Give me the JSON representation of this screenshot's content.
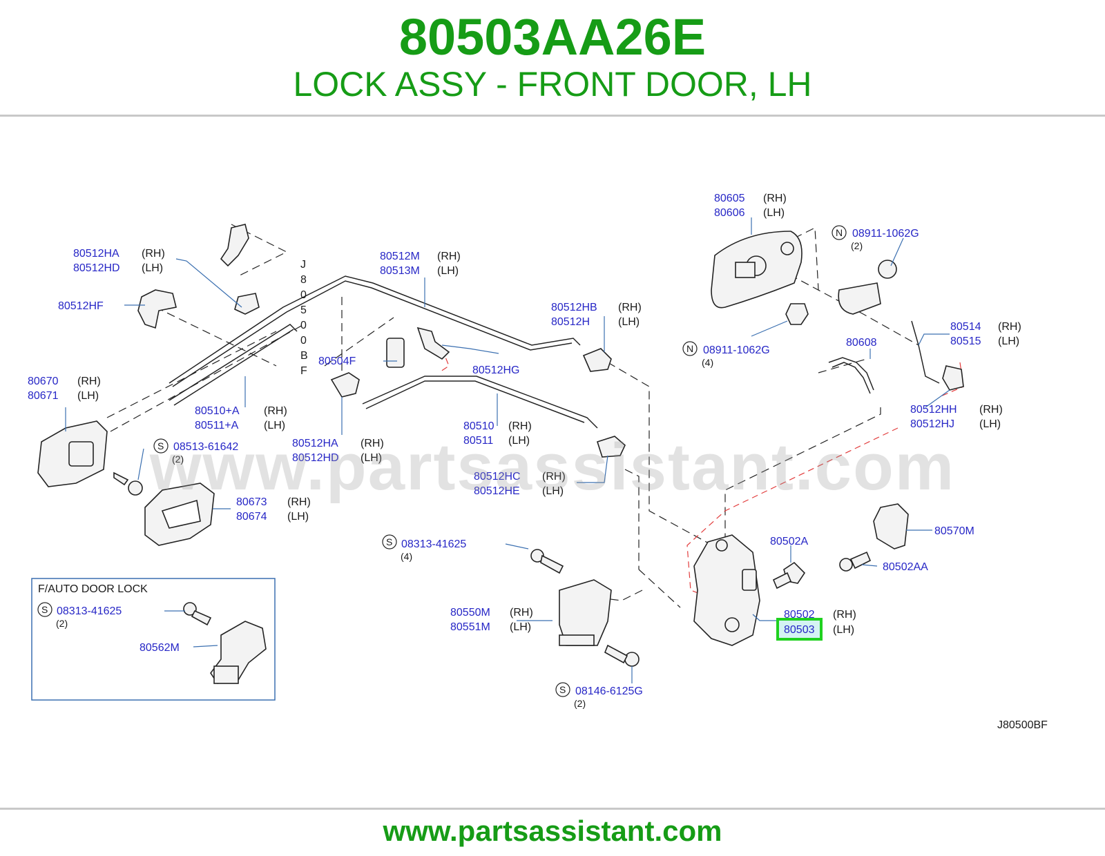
{
  "header": {
    "part_number": "80503AA26E",
    "description": "LOCK ASSY - FRONT DOOR, LH"
  },
  "diagram": {
    "code": "J80500BF",
    "vertical_code": [
      "J",
      "8",
      "0",
      "5",
      "0",
      "0",
      "B",
      "F"
    ],
    "inset_title": "F/AUTO   DOOR   LOCK",
    "watermark": "www.partsassistant.com",
    "highlighted_part": "80503",
    "highlight_color": "#1fd11f",
    "label_color": "#2626c6",
    "callouts": {
      "c80605": {
        "pn": "80605",
        "side": "(RH)"
      },
      "c80606": {
        "pn": "80606",
        "side": "(LH)"
      },
      "n08911a": {
        "marker": "N",
        "pn": "08911-1062G",
        "qty": "(2)"
      },
      "n08911b": {
        "marker": "N",
        "pn": "08911-1062G",
        "qty": "(4)"
      },
      "c80512ha_top": {
        "pn": "80512HA",
        "side": "(RH)"
      },
      "c80512hd_top": {
        "pn": "80512HD",
        "side": "(LH)"
      },
      "c80512hf": {
        "pn": "80512HF"
      },
      "c80512m": {
        "pn": "80512M",
        "side": "(RH)"
      },
      "c80513m": {
        "pn": "80513M",
        "side": "(LH)"
      },
      "c80512hb": {
        "pn": "80512HB",
        "side": "(RH)"
      },
      "c80512h": {
        "pn": "80512H",
        "side": "(LH)"
      },
      "c80514": {
        "pn": "80514",
        "side": "(RH)"
      },
      "c80515": {
        "pn": "80515",
        "side": "(LH)"
      },
      "c80608": {
        "pn": "80608"
      },
      "c80504f": {
        "pn": "80504F"
      },
      "c80512hg": {
        "pn": "80512HG"
      },
      "c80670": {
        "pn": "80670",
        "side": "(RH)"
      },
      "c80671": {
        "pn": "80671",
        "side": "(LH)"
      },
      "c80510a": {
        "pn": "80510+A",
        "side": "(RH)"
      },
      "c80511a": {
        "pn": "80511+A",
        "side": "(LH)"
      },
      "c80512hh": {
        "pn": "80512HH",
        "side": "(RH)"
      },
      "c80512hj": {
        "pn": "80512HJ",
        "side": "(LH)"
      },
      "s08513": {
        "marker": "S",
        "pn": "08513-61642",
        "qty": "(2)"
      },
      "c80510": {
        "pn": "80510",
        "side": "(RH)"
      },
      "c80511": {
        "pn": "80511",
        "side": "(LH)"
      },
      "c80512ha_mid": {
        "pn": "80512HA",
        "side": "(RH)"
      },
      "c80512hd_mid": {
        "pn": "80512HD",
        "side": "(LH)"
      },
      "c80512hc": {
        "pn": "80512HC",
        "side": "(RH)"
      },
      "c80512he": {
        "pn": "80512HE",
        "side": "(LH)"
      },
      "c80673": {
        "pn": "80673",
        "side": "(RH)"
      },
      "c80674": {
        "pn": "80674",
        "side": "(LH)"
      },
      "c80570m": {
        "pn": "80570M"
      },
      "s08313a": {
        "marker": "S",
        "pn": "08313-41625",
        "qty": "(4)"
      },
      "c80502a": {
        "pn": "80502A"
      },
      "c80502aa": {
        "pn": "80502AA"
      },
      "s08313b": {
        "marker": "S",
        "pn": "08313-41625",
        "qty": "(2)"
      },
      "c80550m": {
        "pn": "80550M",
        "side": "(RH)"
      },
      "c80551m": {
        "pn": "80551M",
        "side": "(LH)"
      },
      "c80502": {
        "pn": "80502",
        "side": "(RH)"
      },
      "c80503": {
        "pn": "80503",
        "side": "(LH)"
      },
      "c80562m": {
        "pn": "80562M"
      },
      "s08146": {
        "marker": "S",
        "pn": "08146-6125G",
        "qty": "(2)"
      }
    }
  },
  "footer": {
    "url": "www.partsassistant.com"
  }
}
